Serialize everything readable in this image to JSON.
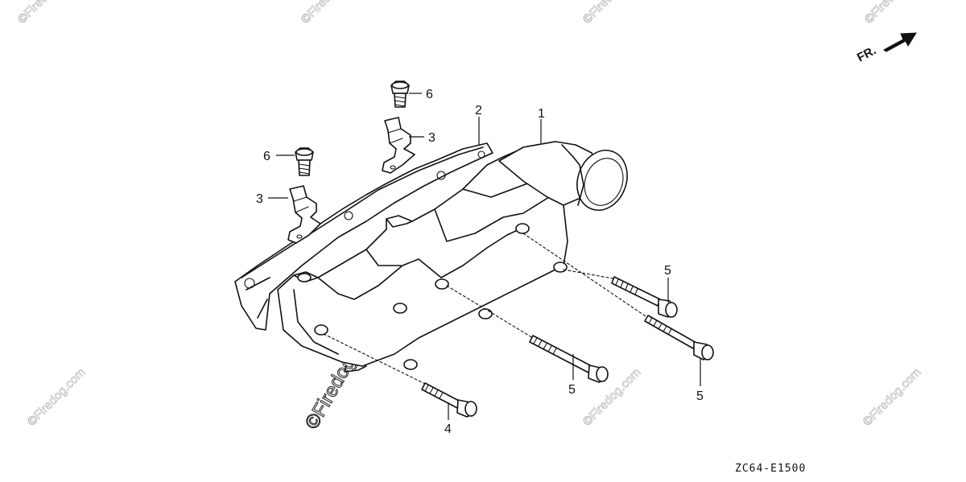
{
  "diagram": {
    "drawing_code": "ZC64-E1500",
    "front_indicator": "FR.",
    "callouts": [
      {
        "id": "c1",
        "label": "1"
      },
      {
        "id": "c2",
        "label": "2"
      },
      {
        "id": "c3a",
        "label": "3"
      },
      {
        "id": "c3b",
        "label": "3"
      },
      {
        "id": "c4",
        "label": "4"
      },
      {
        "id": "c5a",
        "label": "5"
      },
      {
        "id": "c5b",
        "label": "5"
      },
      {
        "id": "c5c",
        "label": "5"
      },
      {
        "id": "c6a",
        "label": "6"
      },
      {
        "id": "c6b",
        "label": "6"
      }
    ],
    "watermark": "©Firedog.com"
  }
}
